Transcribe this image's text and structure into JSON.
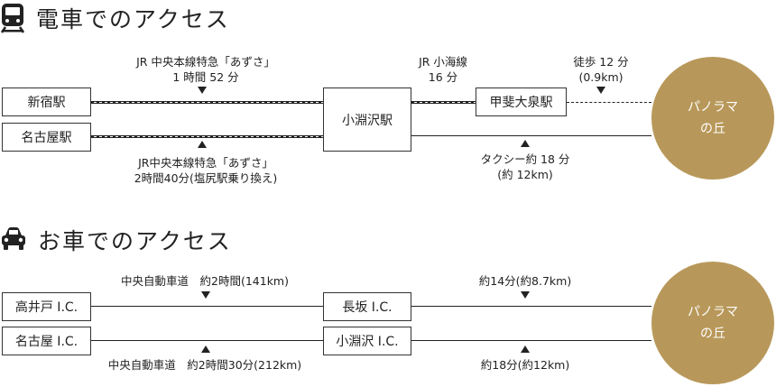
{
  "train": {
    "title": "電車でのアクセス",
    "boxes": {
      "shinjuku": "新宿駅",
      "nagoya": "名古屋駅",
      "kobuchizawa": "小淵沢駅",
      "kaikoizumi": "甲斐大泉駅"
    },
    "labels": {
      "top_line1": "JR 中央本線特急「あずさ」",
      "top_line2": "1 時間 52 分",
      "koumi_line1": "JR 小海線",
      "koumi_line2": "16 分",
      "walk_line1": "徒歩 12 分",
      "walk_line2": "(0.9km)",
      "bottom_line1": "JR中央本線特急「あずさ」",
      "bottom_line2": "2時間40分(塩尻駅乗り換え)",
      "taxi_line1": "タクシー約 18 分",
      "taxi_line2": "(約 12km)"
    },
    "destination_line1": "パノラマ",
    "destination_line2": "の丘"
  },
  "car": {
    "title": "お車でのアクセス",
    "boxes": {
      "takaido": "高井戸 I.C.",
      "nagoya": "名古屋 I.C.",
      "nagasaka": "長坂 I.C.",
      "kobuchizawa": "小淵沢 I.C."
    },
    "labels": {
      "top_left": "中央自動車道　約2時間(141km)",
      "top_right": "約14分(約8.7km)",
      "bottom_left": "中央自動車道　約2時間30分(212km)",
      "bottom_right": "約18分(約12km)"
    },
    "destination_line1": "パノラマ",
    "destination_line2": "の丘"
  },
  "colors": {
    "destination": "#b8985a",
    "line": "#222222"
  }
}
